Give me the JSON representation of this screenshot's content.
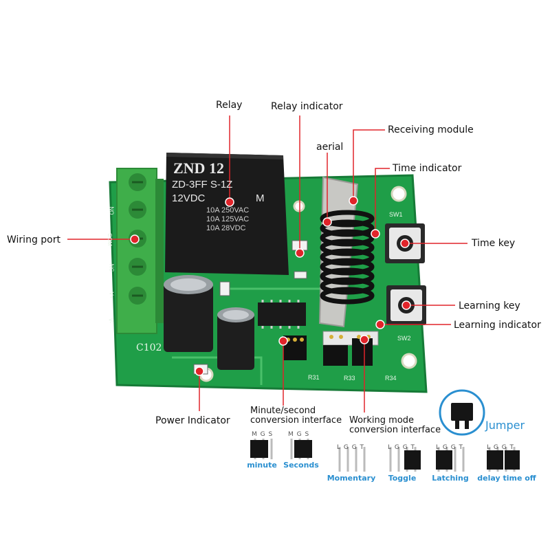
{
  "relay_marking": {
    "brand": "ZND 12",
    "model": "ZD-3FF S-1Z",
    "voltage": "12VDC",
    "suffix": "M",
    "rating1": "10A 250VAC",
    "rating2": "10A 125VAC",
    "rating3": "10A 28VDC"
  },
  "board_text": {
    "c102": "C102",
    "sw1": "SW1",
    "sw2": "SW2",
    "r31": "R31",
    "r33": "R33",
    "r34": "R34",
    "term_no": "NO",
    "term_com": "COM",
    "term_nc": "NC",
    "term_plus": "V+",
    "term_minus": "V-"
  },
  "callouts": {
    "relay": "Relay",
    "relay_indicator": "Relay indicator",
    "receiving_module": "Receiving module",
    "aerial": "aerial",
    "time_indicator": "Time indicator",
    "wiring_port": "Wiring port",
    "time_key": "Time key",
    "learning_key": "Learning key",
    "learning_indicator": "Learning indicator",
    "power_indicator": "Power Indicator",
    "minute_second_1": "Minute/second",
    "minute_second_2": "conversion interface",
    "working_mode_1": "Working mode",
    "working_mode_2": "conversion interface"
  },
  "jumper_title": "Jumper",
  "mgs_settings": [
    {
      "pins": "M G S",
      "caption": "minute"
    },
    {
      "pins": "M G S",
      "caption": "Seconds"
    }
  ],
  "lggt_settings": [
    {
      "pins": "L G G T",
      "caption": "Momentary"
    },
    {
      "pins": "L G G T",
      "caption": "Toggle"
    },
    {
      "pins": "L G G T",
      "caption": "Latching"
    },
    {
      "pins": "L G G T",
      "caption": "delay time off"
    }
  ],
  "colors": {
    "pcb": "#1f9e48",
    "pcb_dark": "#167a37",
    "terminal": "#3fae4a",
    "relay": "#1b1b1b",
    "callout_line": "#e0242a",
    "accent": "#2a8fd0"
  }
}
